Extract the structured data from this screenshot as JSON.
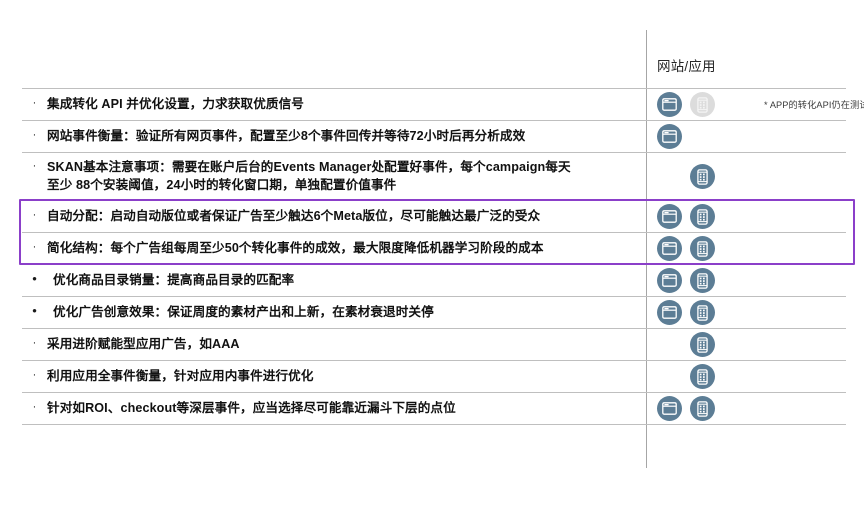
{
  "header": {
    "column_label": "网站/应用"
  },
  "colors": {
    "icon_active": "#5c7d95",
    "icon_muted": "#dcdcdc",
    "highlight_border": "#8b3fc9",
    "row_divider": "#bfbfbf",
    "column_divider": "#a6a6a6",
    "text": "#111111"
  },
  "icons": {
    "browser": "browser-window-icon",
    "phone": "mobile-phone-icon"
  },
  "rows": [
    {
      "bullet": "·",
      "bullet_style": "small",
      "text": "集成转化 API 并优化设置，力求获取优质信号",
      "browser": "active",
      "phone": "muted",
      "note": "* APP的转化API仍在测试中"
    },
    {
      "bullet": "·",
      "bullet_style": "small",
      "text": "网站事件衡量：验证所有网页事件，配置至少8个事件回传并等待72小时后再分析成效",
      "browser": "active",
      "phone": "none",
      "note": ""
    },
    {
      "bullet": "·",
      "bullet_style": "small",
      "text": "SKAN基本注意事项：需要在账户后台的Events Manager处配置好事件，每个campaign每天\n至少 88个安装阈值，24小时的转化窗口期，单独配置价值事件",
      "browser": "none",
      "phone": "active",
      "note": ""
    },
    {
      "bullet": "·",
      "bullet_style": "small",
      "text": "自动分配：启动自动版位或者保证广告至少触达6个Meta版位，尽可能触达最广泛的受众",
      "browser": "active",
      "phone": "active",
      "note": ""
    },
    {
      "bullet": "·",
      "bullet_style": "small",
      "text": "简化结构：每个广告组每周至少50个转化事件的成效，最大限度降低机器学习阶段的成本",
      "browser": "active",
      "phone": "active",
      "note": ""
    },
    {
      "bullet": "•",
      "bullet_style": "big",
      "text": "优化商品目录销量：提高商品目录的匹配率",
      "browser": "active",
      "phone": "active",
      "note": ""
    },
    {
      "bullet": "•",
      "bullet_style": "big",
      "text": "优化广告创意效果：保证周度的素材产出和上新，在素材衰退时关停",
      "browser": "active",
      "phone": "active",
      "note": ""
    },
    {
      "bullet": "·",
      "bullet_style": "small",
      "text": "采用进阶赋能型应用广告，如AAA",
      "browser": "none",
      "phone": "active",
      "note": ""
    },
    {
      "bullet": "·",
      "bullet_style": "small",
      "text": "利用应用全事件衡量，针对应用内事件进行优化",
      "browser": "none",
      "phone": "active",
      "note": ""
    },
    {
      "bullet": "·",
      "bullet_style": "small",
      "text": "针对如ROI、checkout等深层事件，应当选择尽可能靠近漏斗下层的点位",
      "browser": "active",
      "phone": "active",
      "note": ""
    }
  ],
  "highlight": {
    "row_indices": [
      3,
      4
    ]
  }
}
